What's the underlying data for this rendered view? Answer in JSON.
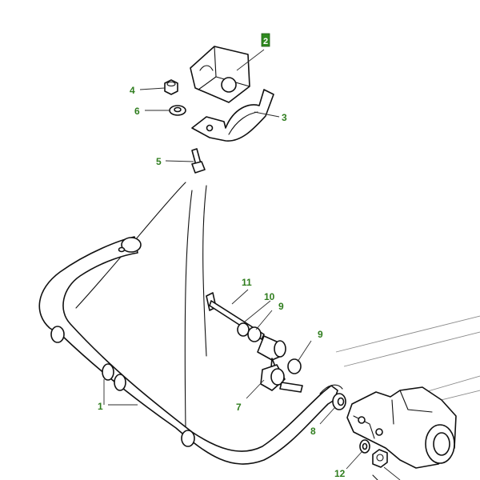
{
  "diagram": {
    "callouts": [
      {
        "id": "c1",
        "label": "1"
      },
      {
        "id": "c2",
        "label": "2",
        "highlighted": true
      },
      {
        "id": "c3",
        "label": "3"
      },
      {
        "id": "c4",
        "label": "4"
      },
      {
        "id": "c5",
        "label": "5"
      },
      {
        "id": "c6",
        "label": "6"
      },
      {
        "id": "c7",
        "label": "7"
      },
      {
        "id": "c8",
        "label": "8"
      },
      {
        "id": "c9a",
        "label": "9"
      },
      {
        "id": "c9b",
        "label": "9"
      },
      {
        "id": "c10",
        "label": "10"
      },
      {
        "id": "c11",
        "label": "11"
      },
      {
        "id": "c12",
        "label": "12"
      }
    ],
    "colors": {
      "callout_text": "#2f7d1e",
      "highlight_fill": "#2f8a1f",
      "line": "#111111"
    }
  }
}
